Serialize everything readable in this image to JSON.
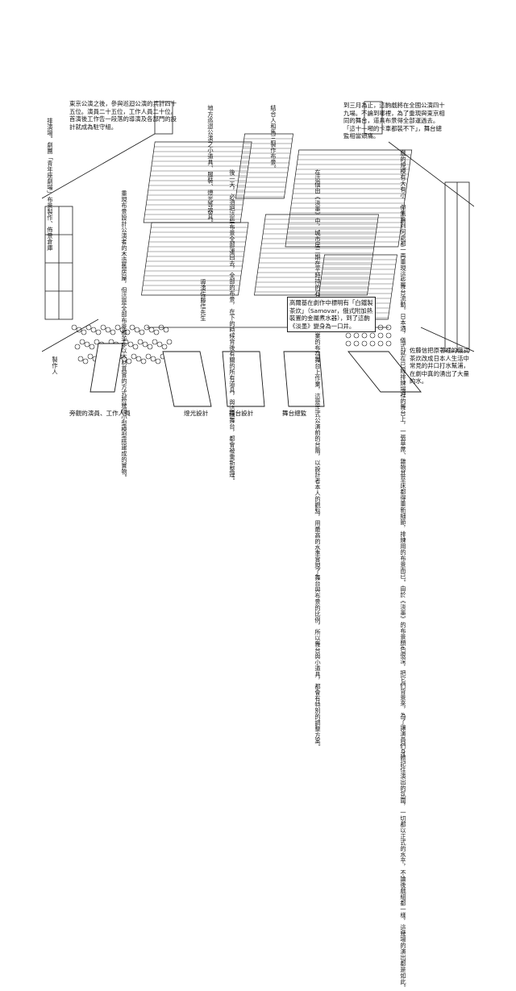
{
  "colors": {
    "ink": "#1a1a1a",
    "paper": "#ffffff",
    "shade": "#9a9a9a"
  },
  "texts": {
    "top_left_block": "東京公演之後，參與巡迴公演的共計四十五位。演員二十五位，工作人員二十位。首演後工作告一段落的導演及各部門的設計就成為駐守組。",
    "photo_room": "排演場。劇團「青年座劇場」布景製作、佈景倉庫",
    "dim_props": "地方巡迴公演之小道具、服裝、燈光等器具。",
    "cane_note": "結合人和馬三製作布景。",
    "poster_note": "到三月為止，這齣戲將在全國公演四十九場。不論到哪裡，為了重現與東京相同的舞台，道具布景得全部運過去。「這十一噸的卡車都裝不下」，舞台總監相當頭痛。",
    "right_block": "戲的規模有大有小，但無論到何處都一再重現這些舞台流動。日本酒，儀式就在已經排練場裡的舞台上，一張草蓆、雜物甚至床都得重新細節，排練用的布景而已。由於《淡墨》的布景顏色很深，把它們背景來，為了讓演員們身體記住演出的氛圍，一切都以正式的水平，不論後戲組都一樣，這幾場的演出都是如此。",
    "center_block": "在這個由《淡墨》中，城市居二期在平時持的石牌地下室裡營業的布在舞台上作業，這是正式公演前的台階，以設計者本人的觀點，用最高的水準實現了舞台與布景的比例，所以舞台與小道具，都會有特別的調整方案。",
    "center_block_right": "後一天，必須把這些布景全部運回去，全部的布景，在下的時候背後有關的所有道具，與這個舞台，都會被重新整理。",
    "left_mid_block": "重現布景設計公演者的木造舊房屋，但這是全部布景都並非以木材真實的方式將幾個小型模型搭建成的實物。",
    "director_note": "導演佐藤信先生",
    "samovar_note": "高爾基在劇作中標明有「白鐵製茶炊」（Samovar，俄式附加熱裝置的金屬煮水器），到了這齣《淡墨》變身為一口井。",
    "kettle_note": "佐藤信把原著裡的俄式茶炊改成日本人生活中常見的井口打水幫浦，在劇中真的湧出了大量的水。",
    "producer": "製作人",
    "actors_staff": "旁觀的演員、工作人員",
    "lighting": "燈光設計",
    "stage_design": "舞台設計",
    "stage_manager": "舞台總監"
  }
}
